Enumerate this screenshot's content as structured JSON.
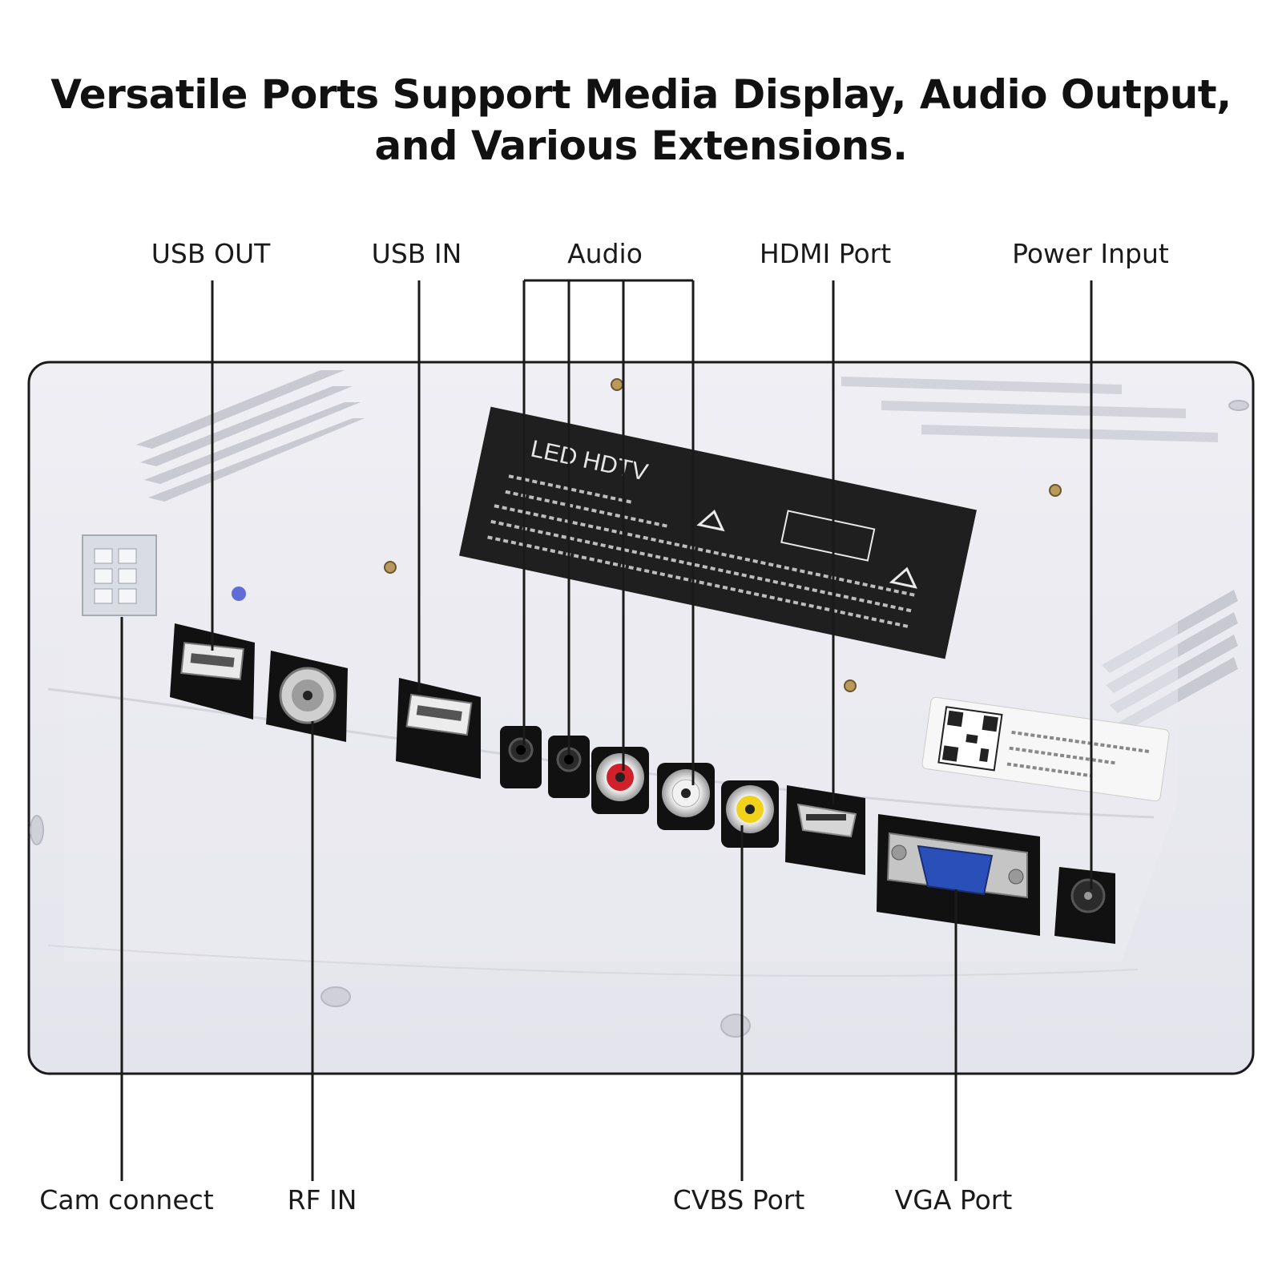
{
  "title": {
    "line1": "Versatile Ports Support Media Display, Audio Output,",
    "line2": "and Various Extensions."
  },
  "labels": {
    "usb_out": "USB OUT",
    "usb_in": "USB IN",
    "audio": "Audio",
    "hdmi": "HDMI Port",
    "power": "Power Input",
    "cam": "Cam connect",
    "rf_in": "RF IN",
    "cvbs": "CVBS Port",
    "vga": "VGA Port"
  },
  "device_label": {
    "heading": "LED HDTV"
  },
  "colors": {
    "panel": "#e9e9ef",
    "panel_dark": "#d8d8e0",
    "line": "#1a1a1a",
    "port_black": "#111111",
    "rca_red": "#d0202a",
    "rca_white": "#f2f2f2",
    "rca_yellow": "#f1d21a",
    "vga_blue": "#2b4fb8"
  }
}
